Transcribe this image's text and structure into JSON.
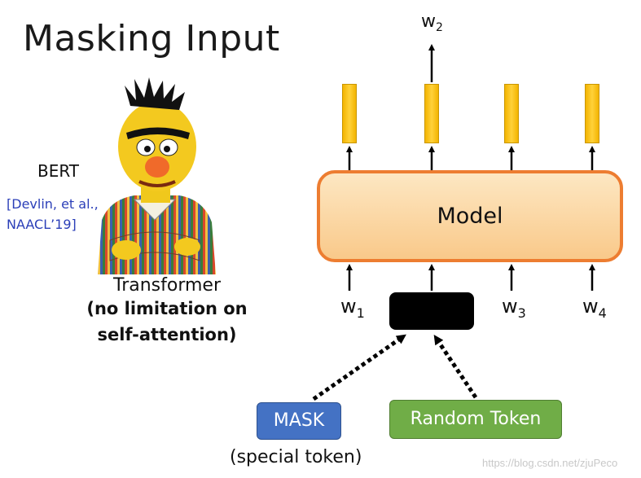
{
  "title": "Masking Input",
  "bert": {
    "label": "BERT",
    "citation_line1": "[Devlin, et al.,",
    "citation_line2": "NAACL’19]"
  },
  "description": {
    "line1": "Transformer",
    "line2": "(no limitation on",
    "line3": "self-attention)"
  },
  "model": {
    "label": "Model"
  },
  "output": {
    "word": "w",
    "sub": "2"
  },
  "inputs": [
    {
      "word": "w",
      "sub": "1"
    },
    {
      "word": "w",
      "sub": "3"
    },
    {
      "word": "w",
      "sub": "4"
    }
  ],
  "tokens": {
    "mask": "MASK",
    "random": "Random Token",
    "special_note": "(special token)"
  },
  "watermark": "https://blog.csdn.net/zjuPeco",
  "colors": {
    "model_border": "#ed7d31",
    "mask_blue": "#4472c4",
    "random_green": "#70ad47",
    "bar_yellow": "#ffc000"
  }
}
